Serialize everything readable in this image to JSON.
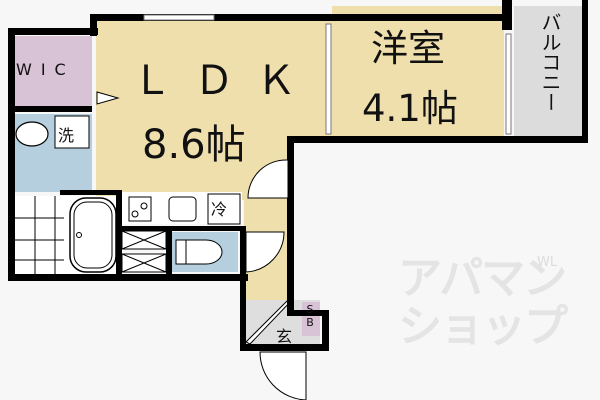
{
  "floorplan": {
    "rooms": {
      "ldk": {
        "name": "ＬＤＫ",
        "size": "8.6帖",
        "color": "#efdfac"
      },
      "western_room": {
        "name": "洋室",
        "size": "4.1帖",
        "color": "#efdfac"
      },
      "wic": {
        "name": "WIC",
        "color": "#d8c2d6"
      },
      "balcony": {
        "name": "バルコニー",
        "color": "#dcdcdc"
      },
      "washroom": {
        "label": "洗",
        "color": "#b6cfdf"
      },
      "toilet": {
        "color": "#b6cfdf"
      },
      "entrance": {
        "label": "玄",
        "color": "#dedede"
      },
      "shoe_box": {
        "label": "SB",
        "color": "#d8c2d6"
      }
    },
    "fixtures": {
      "fridge": "冷"
    },
    "watermark": {
      "line1": "アパマン",
      "line2": "ショップ",
      "suffix": "WL"
    },
    "colors": {
      "wall": "#000000",
      "background": "#f7f7f7"
    }
  }
}
